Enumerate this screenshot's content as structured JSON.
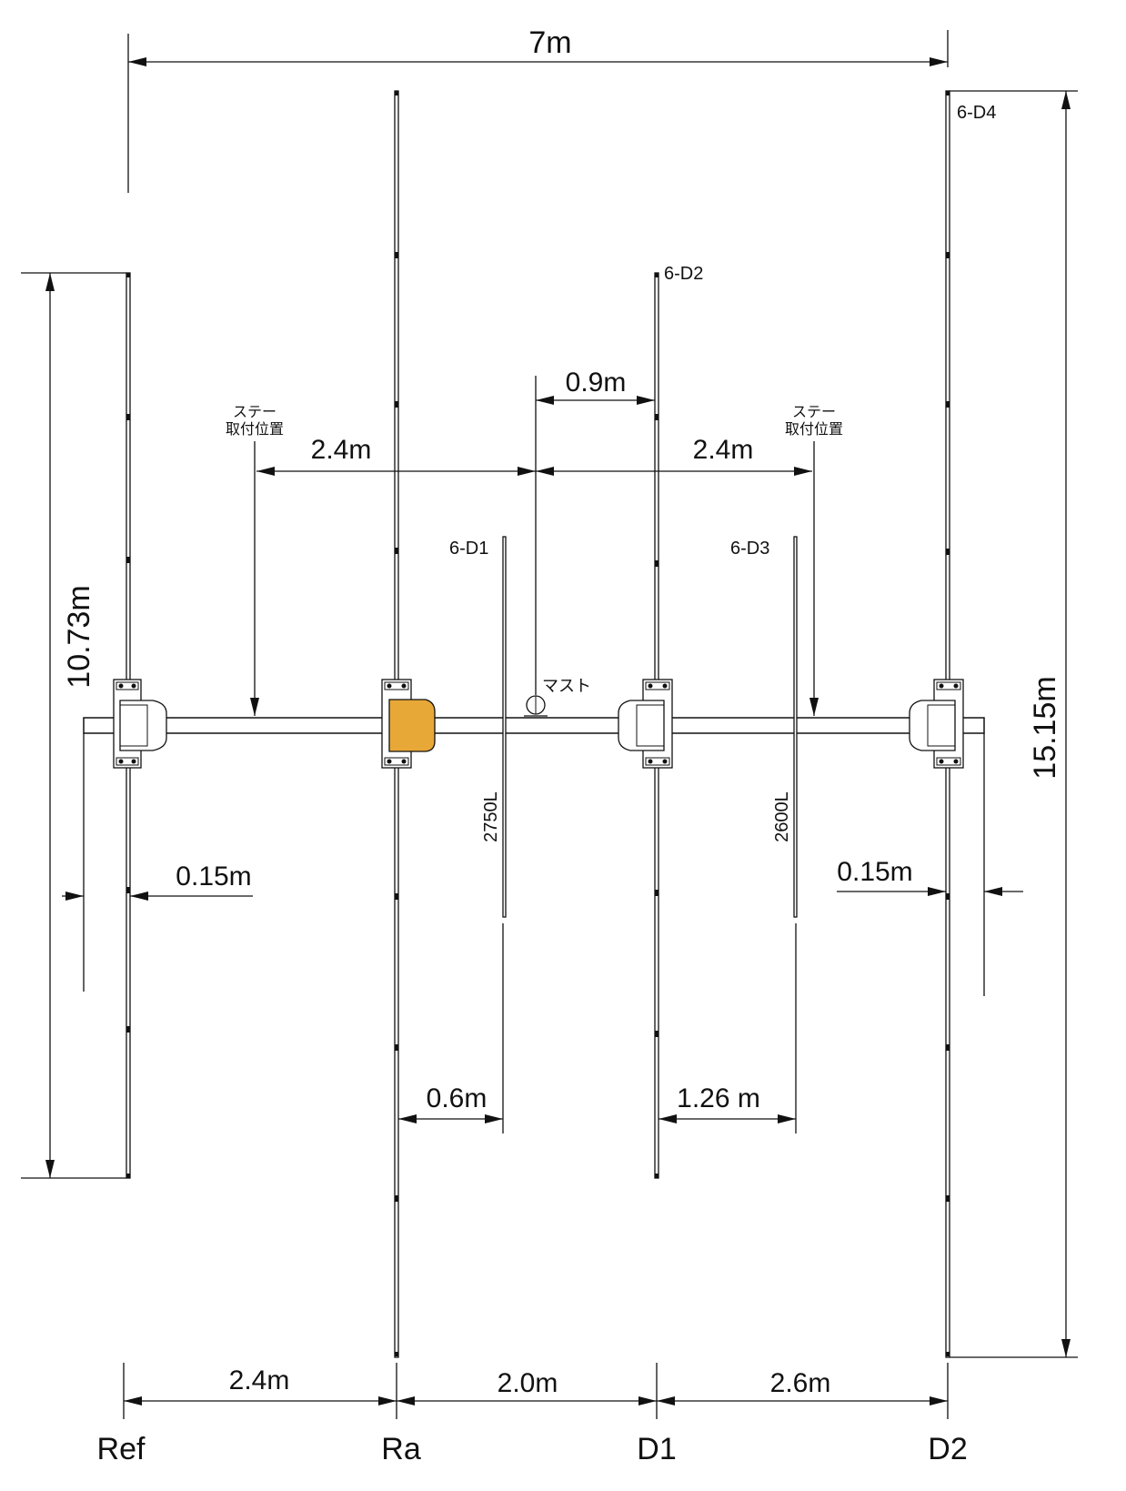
{
  "dims": {
    "overall_length": "7m",
    "ref_element": "10.73m",
    "d2_element": "15.15m",
    "ref_offset": "0.15m",
    "d2_offset": "0.15m",
    "stay_left": "2.4m",
    "stay_right": "2.4m",
    "mast_to_d1": "0.9m",
    "ra_to_d1aux": "0.6m",
    "d1_to_d3aux": "1.26 m",
    "ref_to_ra": "2.4m",
    "ra_to_d1": "2.0m",
    "d1_to_d2": "2.6m",
    "d1aux_length": "2750L",
    "d3aux_length": "2600L"
  },
  "parts": {
    "d4_tag": "6-D4",
    "d2_tag": "6-D2",
    "d1_tag": "6-D1",
    "d3_tag": "6-D3",
    "mast": "マスト",
    "stay_line1": "ステー",
    "stay_line2": "取付位置"
  },
  "elements": {
    "ref": "Ref",
    "ra": "Ra",
    "d1": "D1",
    "d2": "D2"
  },
  "colors": {
    "line": "#111111",
    "feed_box": "#e8a838"
  }
}
